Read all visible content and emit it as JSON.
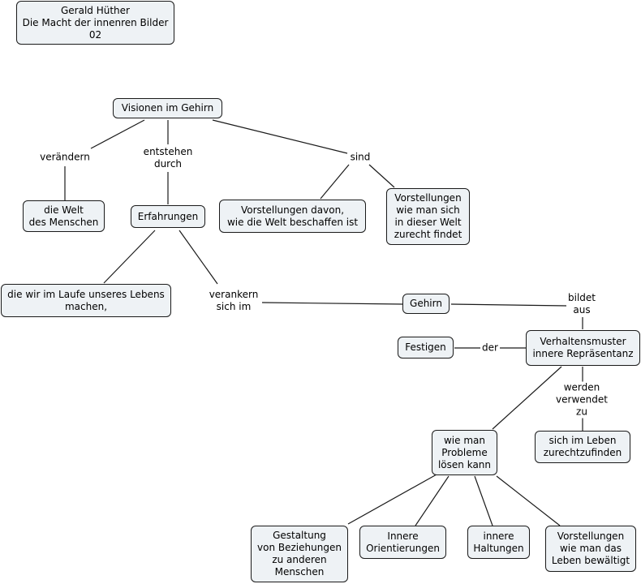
{
  "concept_map": {
    "title": "Gerald Hüther\nDie Macht der innenren Bilder\n02",
    "nodes": {
      "visionen": "Visionen im Gehirn",
      "welt": "die Welt\ndes Menschen",
      "erfahrungen": "Erfahrungen",
      "vorstellungen_welt": "Vorstellungen davon,\nwie die Welt beschaffen ist",
      "vorstellungen_zurecht": "Vorstellungen\nwie man sich\nin dieser Welt\nzurecht findet",
      "lebens": "die wir im Laufe unseres Lebens\nmachen,",
      "gehirn": "Gehirn",
      "festigen": "Festigen",
      "verhaltensmuster": "Verhaltensmuster\ninnere Repräsentanz",
      "probleme": "wie man\nProbleme\nlösen kann",
      "zurechtzufinden": "sich im Leben\nzurechtzufinden",
      "gestaltung": "Gestaltung\nvon Beziehungen\nzu anderen\nMenschen",
      "orientierungen": "Innere\nOrientierungen",
      "haltungen": "innere\nHaltungen",
      "leben_bewaeltigt": "Vorstellungen\nwie man das\nLeben bewältigt"
    },
    "links": {
      "veraendern": "verändern",
      "entstehen": "entstehen\ndurch",
      "sind": "sind",
      "verankern": "verankern\nsich im",
      "bildet": "bildet\naus",
      "der": "der",
      "werden": "werden verwendet\nzu"
    }
  }
}
